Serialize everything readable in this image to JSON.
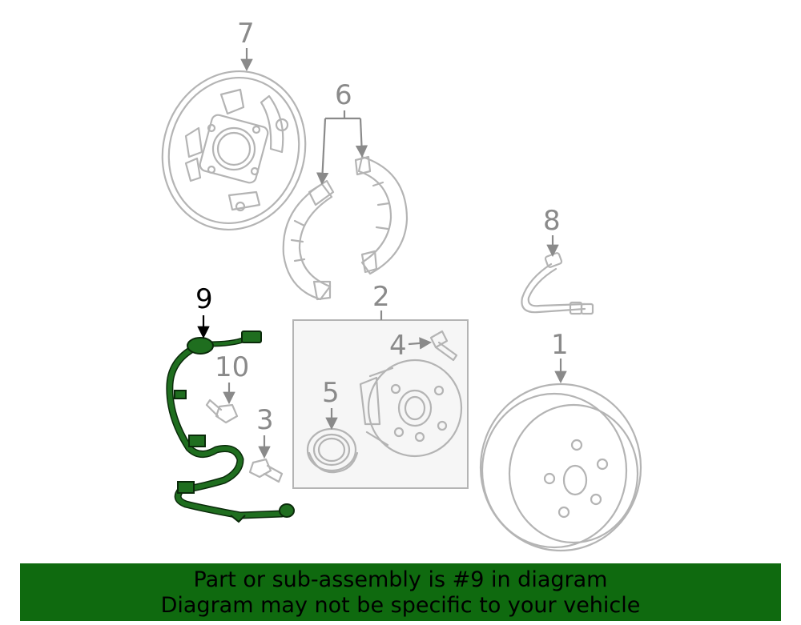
{
  "diagram": {
    "callouts": [
      {
        "id": "1",
        "label": "1"
      },
      {
        "id": "2",
        "label": "2"
      },
      {
        "id": "3",
        "label": "3"
      },
      {
        "id": "4",
        "label": "4"
      },
      {
        "id": "5",
        "label": "5"
      },
      {
        "id": "6",
        "label": "6"
      },
      {
        "id": "7",
        "label": "7"
      },
      {
        "id": "8",
        "label": "8"
      },
      {
        "id": "9",
        "label": "9"
      },
      {
        "id": "10",
        "label": "10"
      }
    ],
    "highlighted_part": "9",
    "colors": {
      "highlight_fill": "#1f6e1f",
      "highlight_stroke": "#0a2a0a",
      "part_stroke": "#b4b4b4",
      "banner": "#0f6a0f"
    }
  },
  "banner": {
    "line1": "Part or sub-assembly is #9 in diagram",
    "line2": "Diagram may not be specific to your vehicle"
  }
}
